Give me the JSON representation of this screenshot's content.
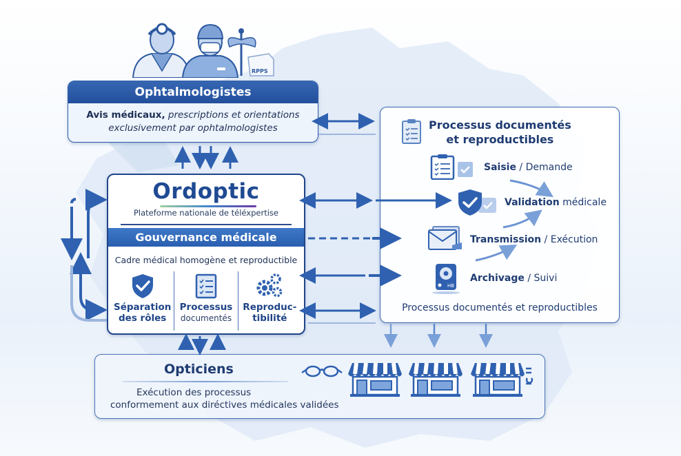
{
  "ophtalmologistes": {
    "title": "Ophtalmologistes",
    "desc_bold": "Avis médicaux,",
    "desc_italic_1": " prescriptions et orientations",
    "desc_italic_2": "exclusivement par ophtalmologistes",
    "badge": "RPPS"
  },
  "platform": {
    "logo": "Ordoptic",
    "subtitle": "Plateforme nationale de téléxpertise",
    "governance": "Gouvernance médicale",
    "frame": "Cadre médical homogène et reproductible",
    "pillars": [
      {
        "icon": "shield-check-icon",
        "line1": "Séparation",
        "line2": "des rôles"
      },
      {
        "icon": "checklist-icon",
        "line1": "Processus",
        "line2": "documentés"
      },
      {
        "icon": "gears-icon",
        "line1": "Reproduc-",
        "line2": "tibilité"
      }
    ]
  },
  "processus": {
    "title_line1": "Processus documentés",
    "title_line2": "et reproductibles",
    "steps": [
      {
        "icon": "clipboard-check-icon",
        "bold": "Saisie",
        "rest": " / Demande"
      },
      {
        "icon": "shield-check-icon",
        "bold": "Validation",
        "rest": " médicale"
      },
      {
        "icon": "envelope-icon",
        "bold": "Transmission",
        "rest": " / Exécution"
      },
      {
        "icon": "hard-drive-icon",
        "bold": "Archivage",
        "rest": " / Suivi"
      }
    ],
    "footer": "Processus documentés et reproductibles"
  },
  "opticiens": {
    "title": "Opticiens",
    "line1": "Exécution des processus",
    "line2": "conformement aux diréctives médicales validées"
  },
  "colors": {
    "primary": "#224f9b",
    "accent": "#3e78c7",
    "text": "#1f3c72"
  }
}
